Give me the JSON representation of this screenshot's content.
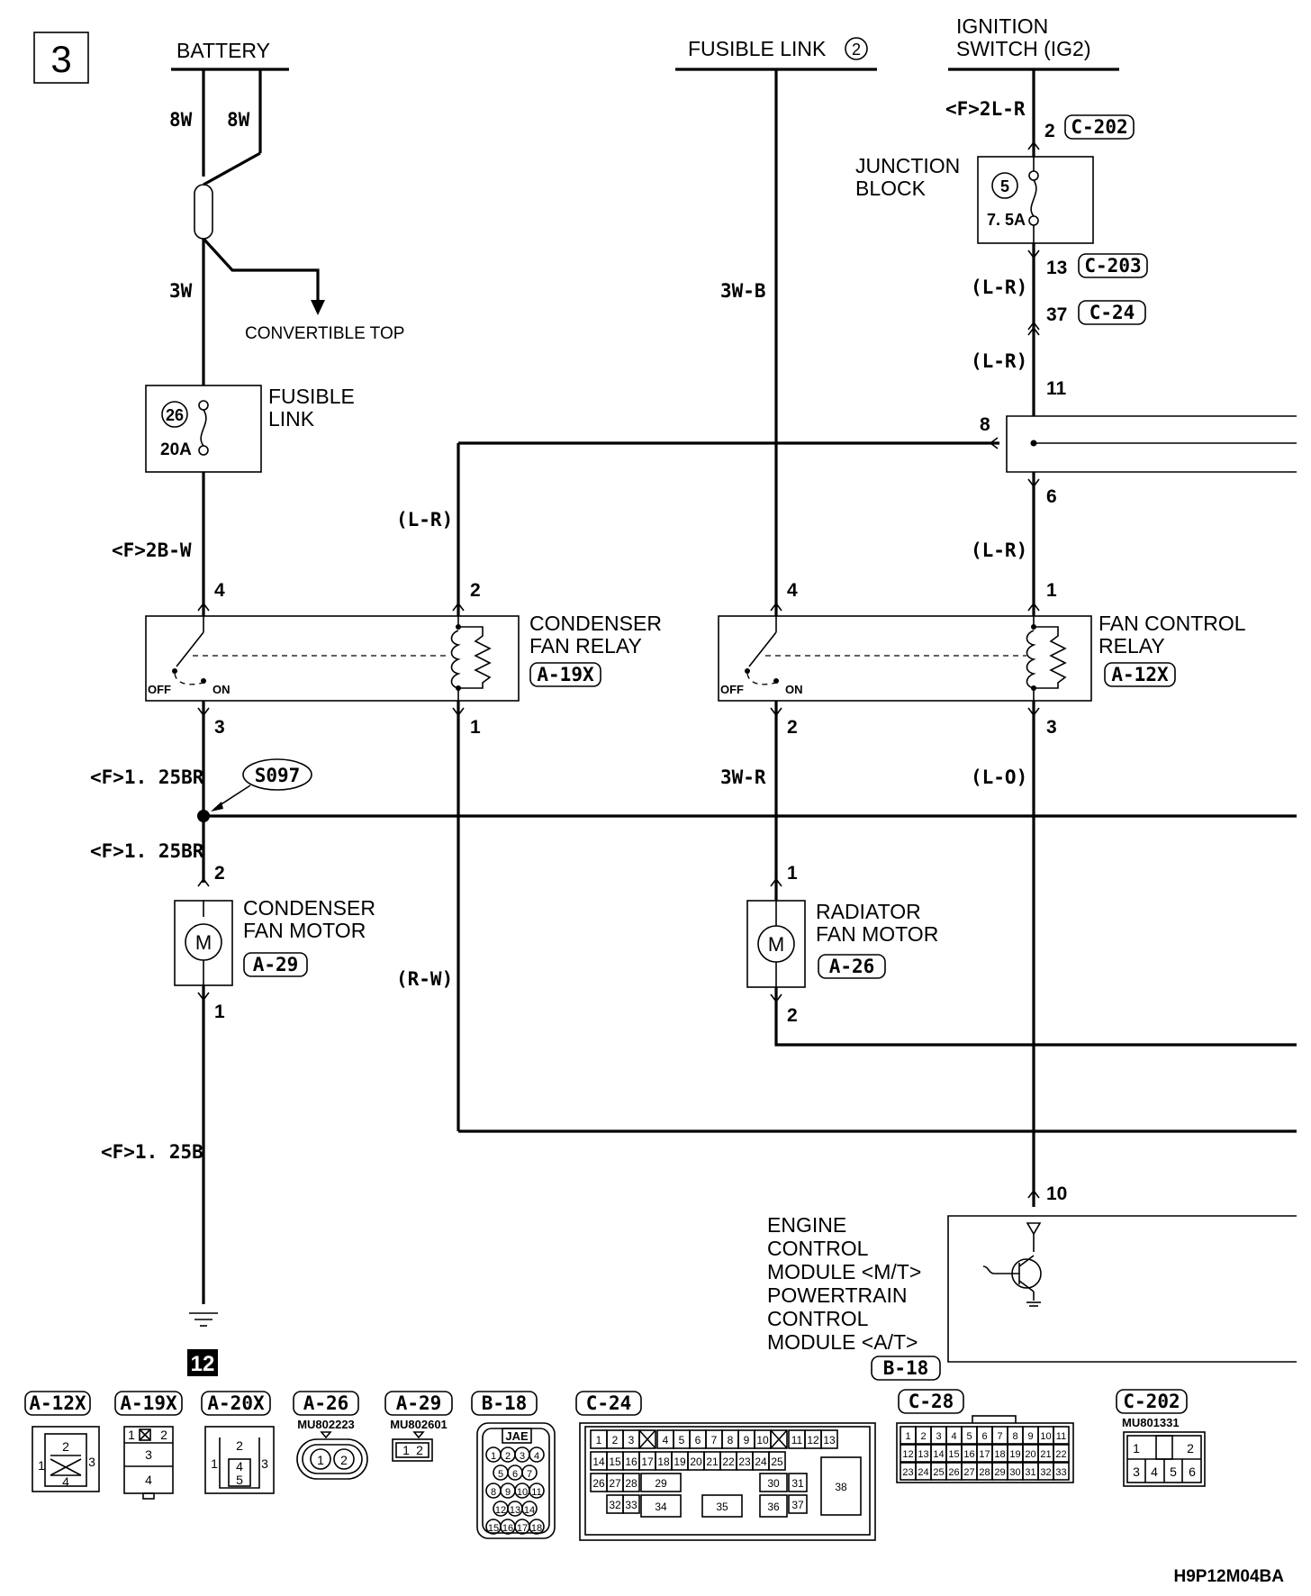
{
  "page_number": "3",
  "footer_code": "H9P12M04BA",
  "sources": {
    "battery": "BATTERY",
    "fusible_link": "FUSIBLE LINK",
    "fusible_link_num": "2",
    "ignition_line1": "IGNITION",
    "ignition_line2": "SWITCH (IG2)"
  },
  "wires": {
    "bat_a": "8W",
    "bat_b": "8W",
    "w3w": "3W",
    "convertible": "CONVERTIBLE TOP",
    "f2bw": "<F>2B-W",
    "lr_left": "(L-R)",
    "f125br_a": "<F>1. 25BR",
    "f125br_b": "<F>1. 25BR",
    "rw": "(R-W)",
    "f125b": "<F>1. 25B",
    "w3wb": "3W-B",
    "w3wr": "3W-R",
    "f2lr": "<F>2L-R",
    "lr_1": "(L-R)",
    "lr_2": "(L-R)",
    "lr_3": "(L-R)",
    "lo": "(L-O)"
  },
  "fusible_link_26": {
    "num": "26",
    "amp": "20A",
    "label1": "FUSIBLE",
    "label2": "LINK"
  },
  "junction_block": {
    "label1": "JUNCTION",
    "label2": "BLOCK",
    "num": "5",
    "amp": "7. 5A"
  },
  "connectors": {
    "c202_pin": "2",
    "c202": "C-202",
    "c203_pin": "13",
    "c203": "C-203",
    "c24_pin": "37",
    "c24": "C-24",
    "pin11": "11",
    "pin8": "8",
    "pin6": "6"
  },
  "condenser_relay": {
    "line1": "CONDENSER",
    "line2": "FAN RELAY",
    "code": "A-19X",
    "pin_4": "4",
    "pin_2": "2",
    "pin_3": "3",
    "pin_1": "1",
    "off": "OFF",
    "on": "ON"
  },
  "fan_control_relay": {
    "line1": "FAN CONTROL",
    "line2": "RELAY",
    "code": "A-12X",
    "pin_4": "4",
    "pin_1": "1",
    "pin_2": "2",
    "pin_3": "3",
    "off": "OFF",
    "on": "ON"
  },
  "splice": "S097",
  "condenser_motor": {
    "line1": "CONDENSER",
    "line2": "FAN MOTOR",
    "code": "A-29",
    "pin_top": "2",
    "pin_bot": "1",
    "symbol": "M"
  },
  "radiator_motor": {
    "line1": "RADIATOR",
    "line2": "FAN MOTOR",
    "code": "A-26",
    "pin_top": "1",
    "pin_bot": "2",
    "symbol": "M"
  },
  "ecm": {
    "pin": "10",
    "lines": [
      "ENGINE",
      "CONTROL",
      "MODULE <M/T>",
      "POWERTRAIN",
      "CONTROL",
      "MODULE <A/T>"
    ],
    "code": "B-18"
  },
  "ground": {
    "num": "12"
  },
  "connector_views": {
    "a12x": {
      "code": "A-12X",
      "pins": [
        "2",
        "1",
        "3",
        "4"
      ]
    },
    "a19x": {
      "code": "A-19X",
      "pins": [
        "1",
        "2",
        "3",
        "4"
      ]
    },
    "a20x": {
      "code": "A-20X",
      "pins": [
        "2",
        "1",
        "4",
        "3",
        "5"
      ]
    },
    "a26": {
      "code": "A-26",
      "part": "MU802223",
      "pins": [
        "1",
        "2"
      ]
    },
    "a29": {
      "code": "A-29",
      "part": "MU802601",
      "pins": [
        "1",
        "2"
      ]
    },
    "b18": {
      "code": "B-18",
      "tag": "JAE",
      "pins": [
        "1",
        "2",
        "3",
        "4",
        "5",
        "6",
        "7",
        "8",
        "9",
        "10",
        "11",
        "12",
        "13",
        "14",
        "15",
        "16",
        "17",
        "18"
      ]
    },
    "c24": {
      "code": "C-24",
      "pins": [
        "1",
        "2",
        "3",
        "4",
        "5",
        "6",
        "7",
        "8",
        "9",
        "10",
        "11",
        "12",
        "13",
        "14",
        "15",
        "16",
        "17",
        "18",
        "19",
        "20",
        "21",
        "22",
        "23",
        "24",
        "25",
        "26",
        "27",
        "28",
        "29",
        "30",
        "31",
        "32",
        "33",
        "34",
        "35",
        "36",
        "37",
        "38"
      ]
    },
    "c28": {
      "code": "C-28",
      "pins": [
        "1",
        "2",
        "3",
        "4",
        "5",
        "6",
        "7",
        "8",
        "9",
        "10",
        "11",
        "12",
        "13",
        "14",
        "15",
        "16",
        "17",
        "18",
        "19",
        "20",
        "21",
        "22",
        "23",
        "24",
        "25",
        "26",
        "27",
        "28",
        "29",
        "30",
        "31",
        "32",
        "33"
      ]
    },
    "c202": {
      "code": "C-202",
      "part": "MU801331",
      "pins": [
        "1",
        "2",
        "3",
        "4",
        "5",
        "6"
      ]
    }
  }
}
